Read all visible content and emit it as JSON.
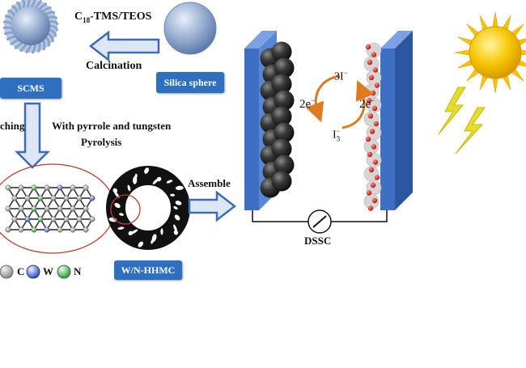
{
  "steps": {
    "template_reagents_main": "C",
    "template_reagents_sub": "18",
    "template_reagents_rest": "-TMS/TEOS",
    "calcination": "Calcination",
    "etching": "ching",
    "doping_line1": "With pyrrole and tungsten",
    "doping_line2": "Pyrolysis",
    "assemble": "Assemble"
  },
  "boxes": {
    "silica_sphere": "Silica sphere",
    "scms": "SCMS",
    "product": "W/N-HHMC"
  },
  "legend": {
    "c": "C",
    "w": "W",
    "n": "N"
  },
  "dssc": {
    "label": "DSSC",
    "electron_left": "2e",
    "electron_right": "2e",
    "electron_sup": "−",
    "redox_top": "3I",
    "redox_top_sup": "−",
    "redox_bottom": "I",
    "redox_bottom_sub": "3",
    "redox_bottom_sup": "−"
  },
  "colors": {
    "electrode_blue": "#3f6fc4",
    "box_blue": "#2f6fc0",
    "arrow_fill": "#dce6f4",
    "arrow_stroke": "#3d6bb5",
    "sun": "#f5c400",
    "bolt": "#e6dc30",
    "catalyst_red": "#e0201a",
    "redox_orange": "#e07a1e",
    "sphere_dark": "#2a2a2a"
  }
}
